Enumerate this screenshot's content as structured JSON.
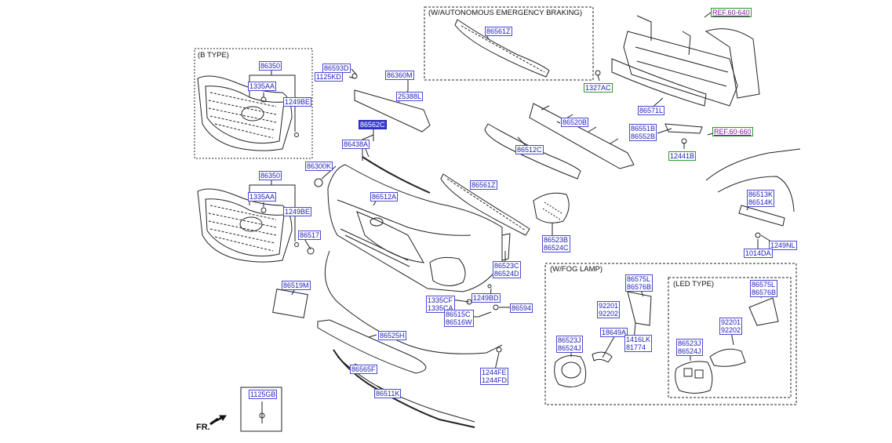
{
  "groups": {
    "b_type": "(B TYPE)",
    "aeb": "(W/AUTONOMOUS EMERGENCY BRAKING)",
    "fog": "(W/FOG LAMP)",
    "led": "(LED TYPE)"
  },
  "direction": "FR.",
  "refs": {
    "r1": "REF.60-640",
    "r2": "REF.60-660"
  },
  "labels": {
    "p86350a": "86350",
    "p1335aa_a": "1335AA",
    "p1249be_a": "1249BE",
    "p86350b": "86350",
    "p1335aa_b": "1335AA",
    "p1249be_b": "1249BE",
    "p86517": "86517",
    "p86593d": "86593D",
    "p1125kd": "1125KD",
    "p86360m": "86360M",
    "p25388l": "25388L",
    "p86562c": "86562C",
    "p86438a": "86438A",
    "p86300k": "86300K",
    "p86512a": "86512A",
    "p86561z_a": "86561Z",
    "p86561z_b": "86561Z",
    "p86520b": "86520B",
    "p86512c": "86512C",
    "p1327ac": "1327AC",
    "p86571l": "86571L",
    "p86551b": "86551B",
    "p86552b": "86552B",
    "p12441b": "12441B",
    "p86513k": "86513K",
    "p86514k": "86514K",
    "p1249nl": "1249NL",
    "p1014da": "1014DA",
    "p86523b": "86523B",
    "p86524c": "86524C",
    "p86523c": "86523C",
    "p86524d": "86524D",
    "p86519m": "86519M",
    "p1335cf": "1335CF",
    "p1335ca": "1335CA",
    "p1249bd": "1249BD",
    "p86594": "86594",
    "p86515c": "86515C",
    "p86516w": "86516W",
    "p86525h": "86525H",
    "p86565f": "86565F",
    "p1244fe": "1244FE",
    "p1244fd": "1244FD",
    "p86511k": "86511K",
    "p1125gb": "1125GB",
    "p86575l_a": "86575L",
    "p86576b_a": "86576B",
    "p92201_a": "92201",
    "p92202_a": "92202",
    "p18649a": "18649A",
    "p1416lk": "1416LK",
    "p81774": "81774",
    "p86523j_a": "86523J",
    "p86524j_a": "86524J",
    "p86575l_b": "86575L",
    "p86576b_b": "86576B",
    "p92201_b": "92201",
    "p92202_b": "92202",
    "p86523j_b": "86523J",
    "p86524j_b": "86524J"
  }
}
